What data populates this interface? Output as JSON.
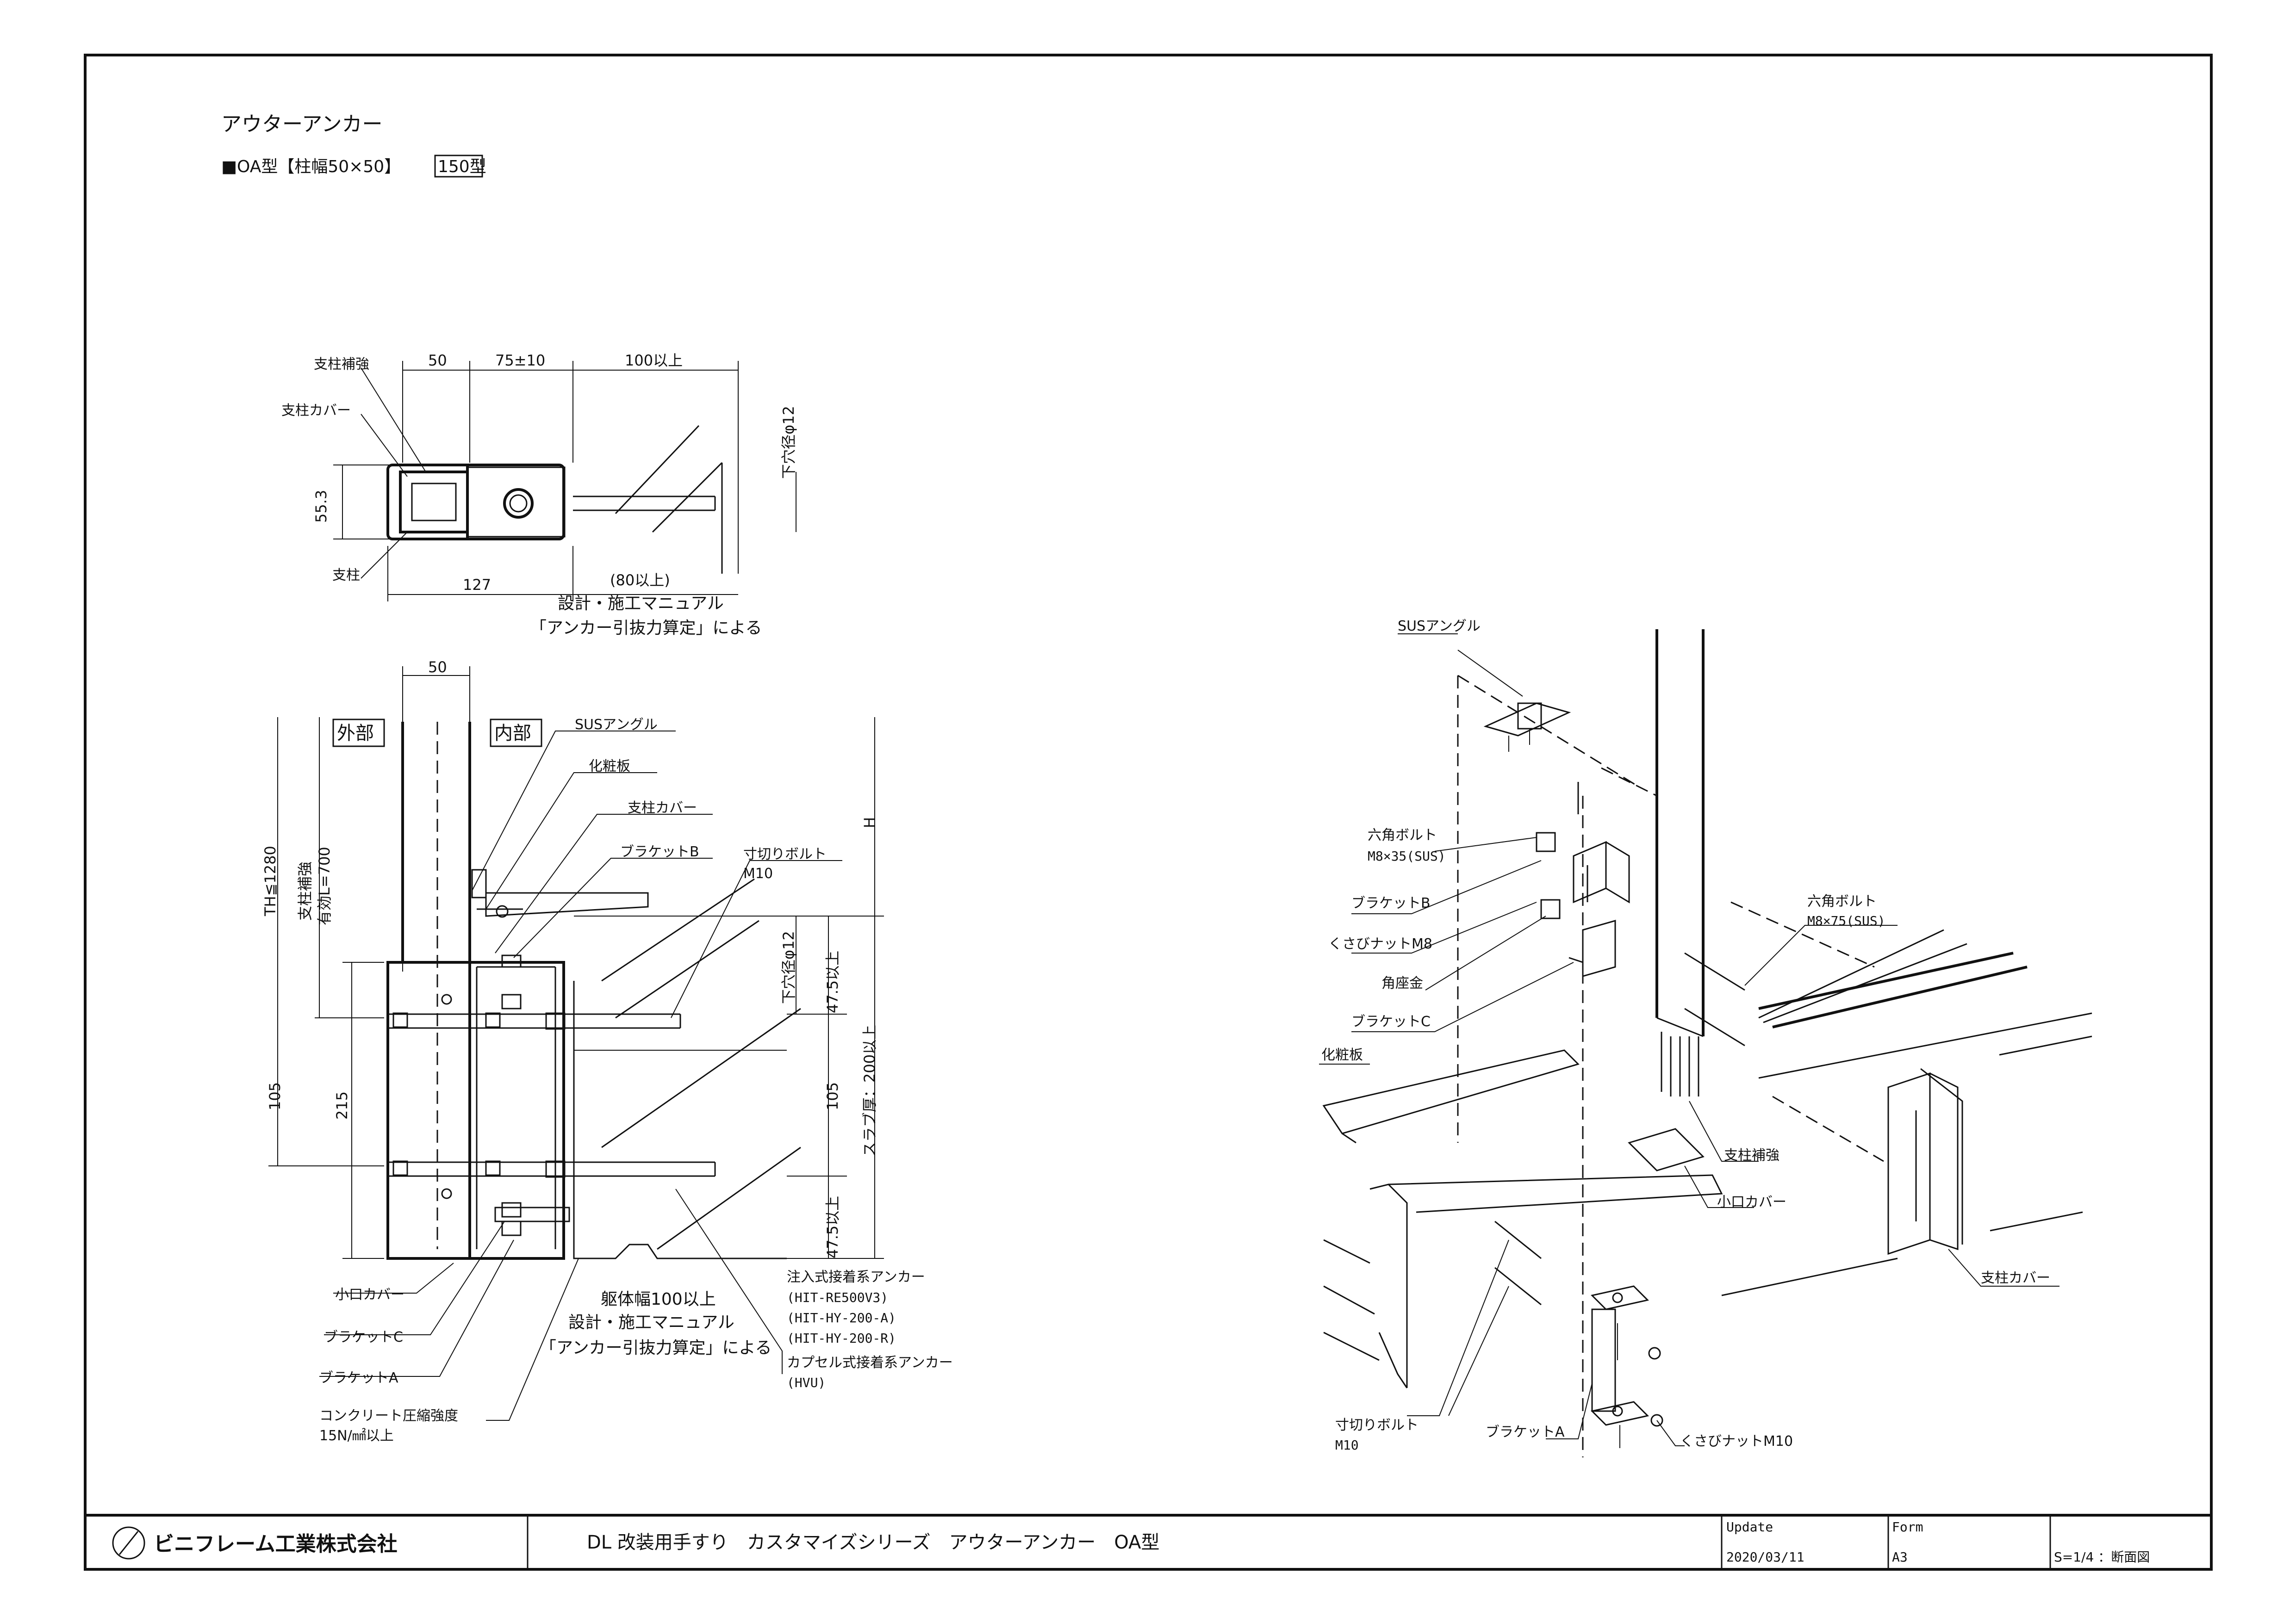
{
  "title": "アウターアンカー",
  "subtitle": "■OA型【柱幅50×50】",
  "type_box": "150型",
  "plan": {
    "dims": {
      "d50": "50",
      "d75": "75±10",
      "d100": "100以上",
      "d553": "55.3",
      "d127": "127",
      "d80": "(80以上)",
      "hole": "下穴径φ12"
    },
    "labels": {
      "reinforce": "支柱補強",
      "cover": "支柱カバー",
      "post": "支柱"
    },
    "note1": "設計・施工マニュアル",
    "note2": "「アンカー引抜力算定」による"
  },
  "section": {
    "outside": "外部",
    "inside": "内部",
    "dims": {
      "d50": "50",
      "th": "TH≦1280",
      "reinf": "支柱補強",
      "eff": "有効L=700",
      "d105a": "105",
      "d215": "215",
      "d105b": "105",
      "hole": "下穴径φ12",
      "d475a": "47.5以上",
      "d475b": "47.5以上",
      "slab": "スラブ厚：200以上",
      "h": "H"
    },
    "labels": {
      "sus": "SUSアングル",
      "deco": "化粧板",
      "cover": "支柱カバー",
      "brkb": "ブラケットB",
      "bolt1": "寸切りボルト",
      "bolt2": "M10",
      "koguchi": "小口カバー",
      "brkc": "ブラケットC",
      "brka": "ブラケットA",
      "conc1": "コンクリート圧縮強度",
      "conc2": "15N/㎟以上",
      "body": "躯体幅100以上",
      "note1": "設計・施工マニュアル",
      "note2": "「アンカー引抜力算定」による",
      "anc1": "注入式接着系アンカー",
      "anc2": "(HIT-RE500V3)",
      "anc3": "(HIT-HY-200-A)",
      "anc4": "(HIT-HY-200-R)",
      "anc5": "カプセル式接着系アンカー",
      "anc6": "(HVU)"
    }
  },
  "iso": {
    "sus": "SUSアングル",
    "hexbolt1": "六角ボルト",
    "hexbolt1b": "M8×35(SUS)",
    "brkb": "ブラケットB",
    "wedge8": "くさびナットM8",
    "washer": "角座金",
    "brkc": "ブラケットC",
    "deco": "化粧板",
    "hexbolt2": "六角ボルト",
    "hexbolt2b": "M8×75(SUS)",
    "reinforce": "支柱補強",
    "koguchi": "小口カバー",
    "cover": "支柱カバー",
    "bolt1": "寸切りボルト",
    "bolt2": "M10",
    "brka": "ブラケットA",
    "wedge10": "くさびナットM10"
  },
  "footer": {
    "company": "ビニフレーム工業株式会社",
    "drawing_title": "DL 改装用手すり　カスタマイズシリーズ　アウターアンカー　OA型",
    "update_label": "Update",
    "update_value": "2020/03/11",
    "form_label": "Form",
    "form_value": "A3",
    "scale": "S=1/4 ：断面図"
  }
}
